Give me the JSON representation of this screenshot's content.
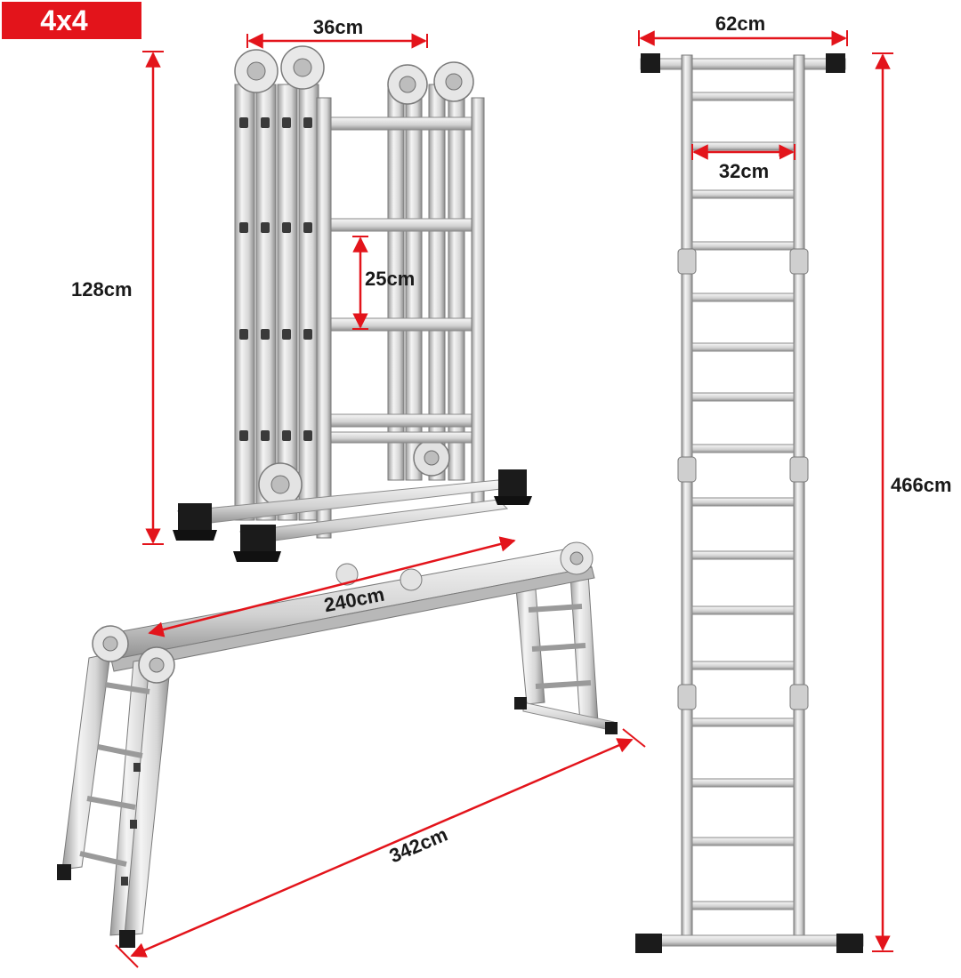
{
  "badge": {
    "text": "4x4",
    "color": "#e3141b"
  },
  "dimension_color": "#e3141b",
  "metal_colors": {
    "light": "#f1f1f1",
    "mid": "#cfcfcf",
    "dark": "#8e8e8e",
    "foot": "#1b1b1b"
  },
  "views": {
    "folded": {
      "width_label": "36cm",
      "height_label": "128cm",
      "rung_spacing_label": "25cm"
    },
    "scaffold": {
      "platform_label": "240cm",
      "span_label": "342cm"
    },
    "extended": {
      "outer_width_label": "62cm",
      "inner_width_label": "32cm",
      "height_label": "466cm"
    }
  }
}
